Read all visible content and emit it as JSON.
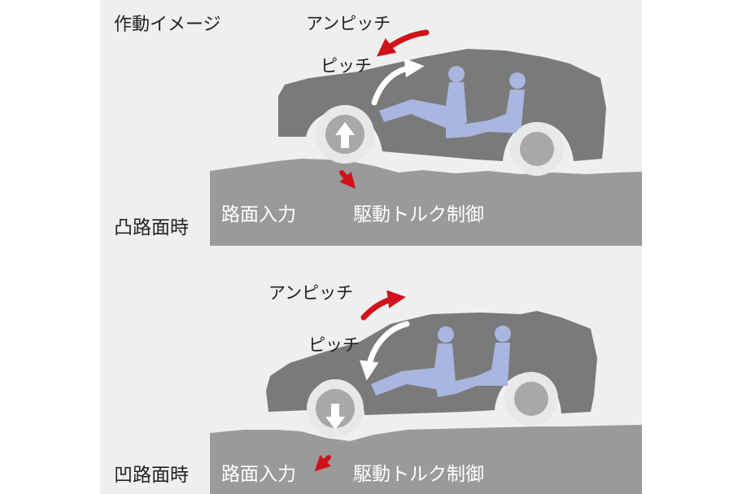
{
  "title": "作動イメージ",
  "top_scene": {
    "case_label": "凸路面時",
    "anti_pitch_label": "アンピッチ",
    "pitch_label": "ピッチ",
    "road_input_label": "路面入力",
    "torque_label": "駆動トルク制御"
  },
  "bottom_scene": {
    "case_label": "凹路面時",
    "anti_pitch_label": "アンピッチ",
    "pitch_label": "ピッチ",
    "road_input_label": "路面入力",
    "torque_label": "駆動トルク制御"
  },
  "colors": {
    "panel": "#efefef",
    "road": "#9a9a9a",
    "car_body": "#7a7a7a",
    "wheel_outer": "#e8e8e8",
    "wheel_inner": "#a8a8a8",
    "occupant": "#a9b6df",
    "red_arrow": "#d0121b",
    "white_arrow": "#ffffff"
  }
}
